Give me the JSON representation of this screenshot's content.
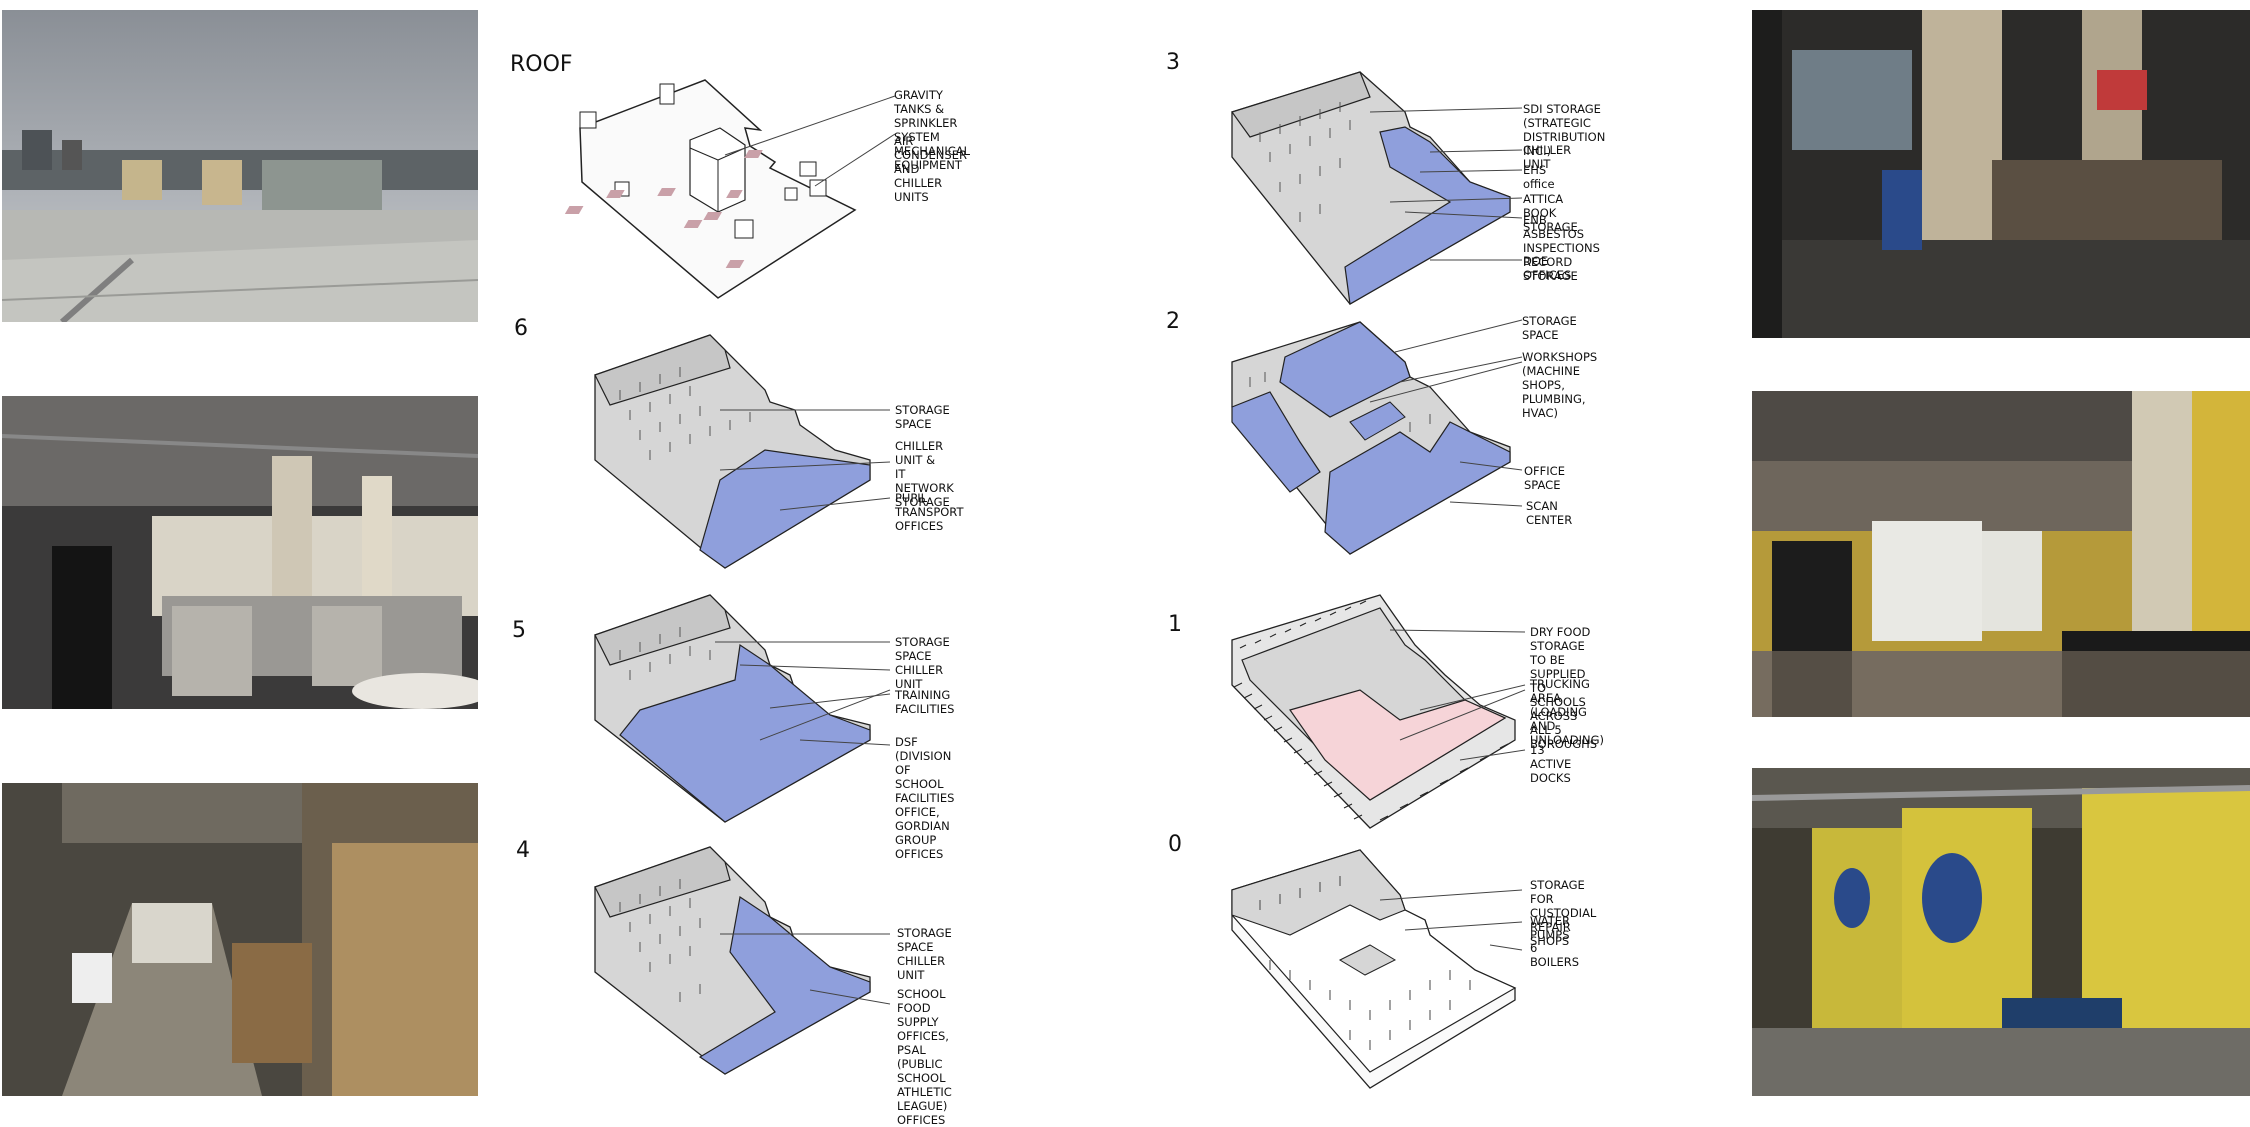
{
  "levels": {
    "roof": {
      "title": "ROOF",
      "labels": [
        "GRAVITY TANKS & SPRINKLER SYSTEM\nMECHANICAL EQUIPMENT",
        "AIR CONDENSER AND CHILLER UNITS"
      ]
    },
    "l6": {
      "title": "6",
      "labels": [
        "STORAGE SPACE",
        "CHILLER UNIT &\nIT NETWORK STORAGE",
        "PUPIL TRANSPORT OFFICES"
      ]
    },
    "l5": {
      "title": "5",
      "labels": [
        "STORAGE SPACE",
        "CHILLER UNIT",
        "TRAINING FACILITIES",
        "DSF (DIVISION OF SCHOOL FACILITIES\nOFFICE,\nGORDIAN GROUP OFFICES"
      ]
    },
    "l4": {
      "title": "4",
      "labels": [
        "STORAGE SPACE\nCHILLER UNIT",
        "SCHOOL FOOD SUPPLY OFFICES,\nPSAL (PUBLIC SCHOOL ATHLETIC\nLEAGUE) OFFICES"
      ]
    },
    "l3": {
      "title": "3",
      "labels": [
        "SDI STORAGE (STRATEGIC DISTRIBUTION\nINC.)",
        "CHILLER UNIT",
        "EHS office",
        "ATTICA BOOK STORAGE",
        "ENB ASBESTOS INSPECTIONS RECORD\nSTORAGE",
        "DOE OFFICES"
      ]
    },
    "l2": {
      "title": "2",
      "labels": [
        "STORAGE SPACE",
        "WORKSHOPS (MACHINE SHOPS,\nPLUMBING, HVAC)",
        "OFFICE SPACE",
        "SCAN CENTER"
      ]
    },
    "l1": {
      "title": "1",
      "labels": [
        "DRY FOOD STORAGE TO BE\nSUPPLIED TO SCHOOLS ACROSS\nALL 5 BOROUGHS",
        "TRUCKING AREA (LOADING AND\nUNLOADING)",
        "13 ACTIVE DOCKS"
      ]
    },
    "l0": {
      "title": "0",
      "labels": [
        "STORAGE FOR CUSTODIAL\nREPAIR SHOPS",
        "WATER PUMPS",
        "6 BOILERS"
      ]
    }
  },
  "colors": {
    "office_blue": "#8f9fdc",
    "storage_gray": "#d6d6d6",
    "trucking_pink": "#f6d4d8",
    "roof_marks": "#c9a0a8"
  }
}
